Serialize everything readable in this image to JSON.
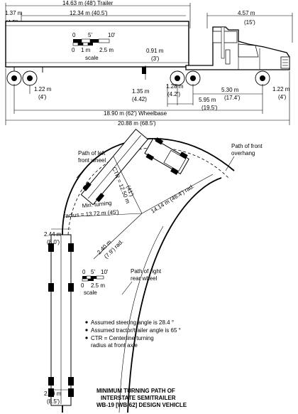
{
  "side_view": {
    "trailer_length": "14.63 m (48') Trailer",
    "trailer_body": "12.34 m (40.5')",
    "front_overhang_trailer_m": "1.37 m",
    "front_overhang_trailer_ft": "(4.5')",
    "tractor_length_m": "4.57 m",
    "tractor_length_ft": "(15')",
    "scale_ticks": [
      "0",
      "5'",
      "10'"
    ],
    "scale_ticks_metric": [
      "0",
      "1 m",
      "2.5 m"
    ],
    "scale_label": "scale",
    "kingpin_m": "0.91 m",
    "kingpin_ft": "(3')",
    "rear_overhang_m": "1.22 m",
    "rear_overhang_ft": "(4')",
    "kingpin_offset_m": "1.35 m",
    "kingpin_offset_ft": "(4.42)",
    "tandem_m": "1.28 m",
    "tandem_ft": "(4.2')",
    "tractor_wb_m": "5.30 m",
    "tractor_wb_ft": "(17.4')",
    "front_overhang_m": "1.22 m",
    "front_overhang_ft": "(4')",
    "axle_span_m": "5.95 m",
    "axle_span_ft": "(19.5')",
    "wheelbase": "18.90 m (62') Wheelbase",
    "overall": "20.88 m (68.5')"
  },
  "plan_view": {
    "path_left": [
      "Path of left",
      "front wheel"
    ],
    "path_front": [
      "Path of front",
      "overhang"
    ],
    "ctr_label": "CTR = 12.50 m",
    "ctr_ft": "(41')",
    "radius_label": "14.14 m (46.4') rad.",
    "min_turning": [
      "Min. turning",
      "radius = 13.72 m  (45')"
    ],
    "inner_radius": [
      "2.40 m",
      "(7.9') rad."
    ],
    "left_width_m": "2.44 m",
    "left_width_ft": "(8.0')",
    "path_right": [
      "Path of right",
      "rear wheel"
    ],
    "scale_ticks": [
      "0",
      "5'",
      "10'"
    ],
    "scale_ticks_metric": [
      "0",
      "2.5 m"
    ],
    "scale_label": "scale",
    "notes": [
      "Assumed steering angle is 28.4 °",
      "Assumed tractor/trailer angle is 65 °",
      "CTR = Centerline turning",
      "radius at front axle"
    ],
    "bottom_width_m": "2.59 m",
    "bottom_width_ft": "(8.5')"
  },
  "caption": [
    "MINIMUM TURNING PATH OF",
    "INTERSTATE SEMITRAILER",
    "WB-19 [WB-62] DESIGN VEHICLE"
  ]
}
